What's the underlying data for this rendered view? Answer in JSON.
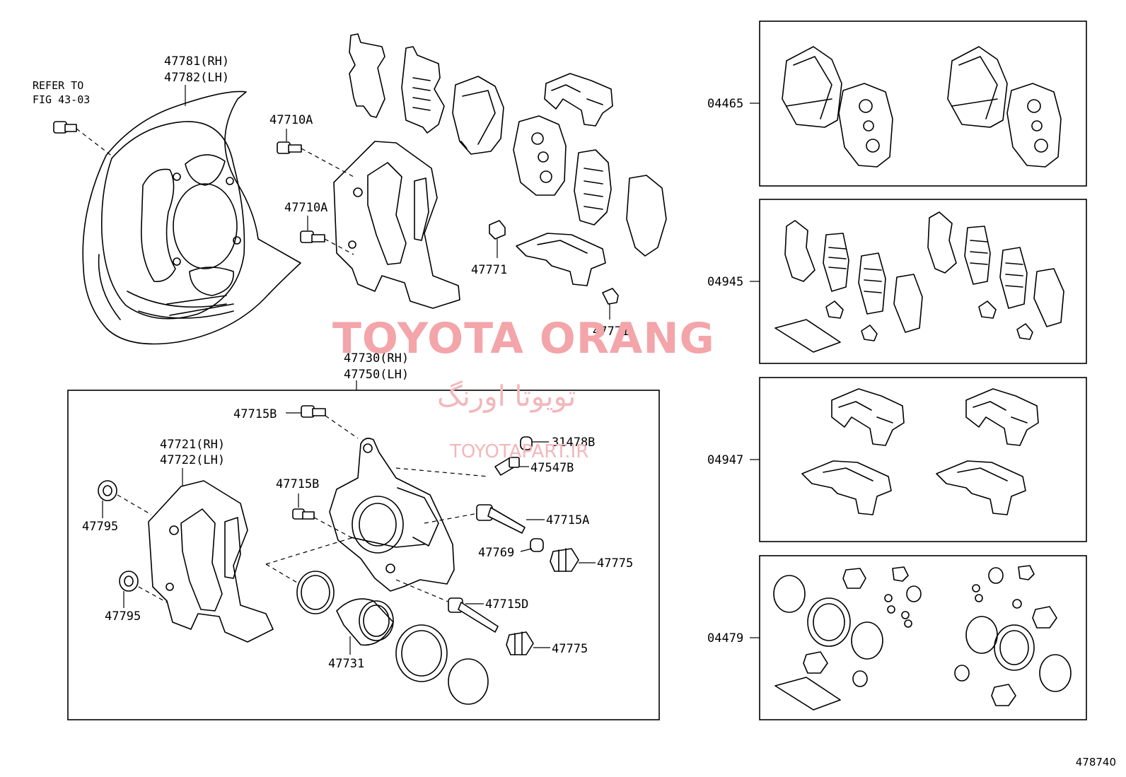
{
  "labels": {
    "refer_to": "REFER TO",
    "fig_ref": "FIG 43-03",
    "p47781": "47781(RH)",
    "p47782": "47782(LH)",
    "p47710a_1": "47710A",
    "p47710a_2": "47710A",
    "p47771_1": "47771",
    "p47771_2": "47771",
    "p47730": "47730(RH)",
    "p47750": "47750(LH)",
    "p47715b_1": "47715B",
    "p47715b_2": "47715B",
    "p31478b": "31478B",
    "p47547b": "47547B",
    "p47721": "47721(RH)",
    "p47722": "47722(LH)",
    "p47795_1": "47795",
    "p47795_2": "47795",
    "p47715a": "47715A",
    "p47769": "47769",
    "p47775_1": "47775",
    "p47775_2": "47775",
    "p47715d": "47715D",
    "p47731": "47731",
    "k04465": "04465",
    "k04945": "04945",
    "k04947": "04947",
    "k04479": "04479"
  },
  "watermark": {
    "brand": "TOYOTA ORANG",
    "persian": "تویوتا اورنگ",
    "url": "TOYOTAPART.IR"
  },
  "figure_number": "478740"
}
